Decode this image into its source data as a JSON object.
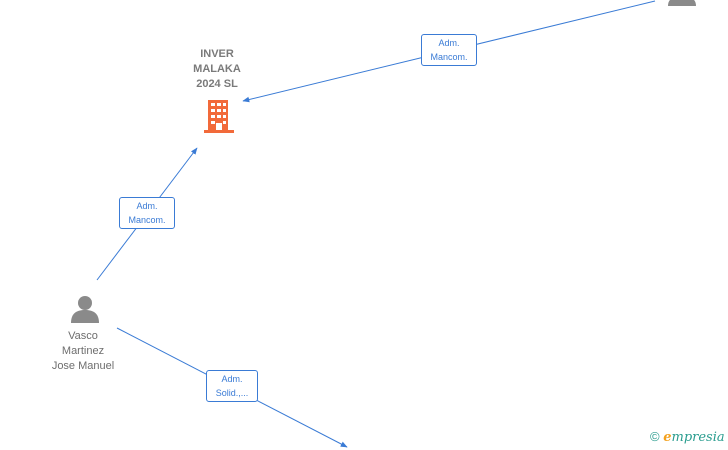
{
  "company": {
    "name_lines": [
      "INVER",
      "MALAKA",
      "2024  SL"
    ],
    "icon": "building-icon",
    "icon_color": "#f26a3a"
  },
  "person": {
    "name_lines": [
      "Vasco",
      "Martinez",
      "Jose Manuel"
    ],
    "icon": "person-icon",
    "icon_color": "#8a8a8a"
  },
  "offscreen_person": {
    "icon": "person-icon",
    "icon_color": "#8a8a8a"
  },
  "edges": [
    {
      "label_lines": [
        "Adm.",
        "Mancom."
      ]
    },
    {
      "label_lines": [
        "Adm.",
        "Mancom."
      ]
    },
    {
      "label_lines": [
        "Adm.",
        "Solid.,..."
      ]
    }
  ],
  "edge_color": "#3a7bd5",
  "watermark": {
    "copyright": "©",
    "brand_first": "e",
    "brand_rest": "mpresia"
  }
}
